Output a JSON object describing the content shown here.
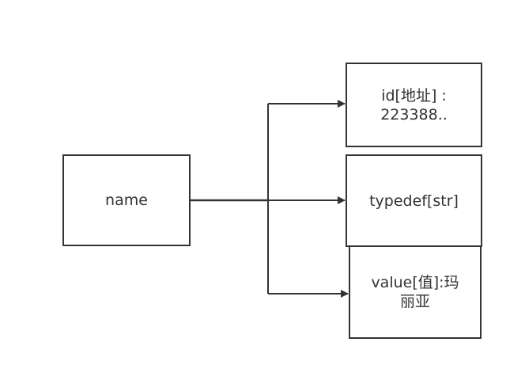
{
  "diagram": {
    "source": {
      "label": "name"
    },
    "targets": [
      {
        "label": "id[地址] : 223388.."
      },
      {
        "label": "typedef[str]"
      },
      {
        "label": "value[值]:玛丽亚"
      }
    ],
    "colors": {
      "stroke": "#333333",
      "background": "#ffffff",
      "text": "#333333"
    }
  }
}
